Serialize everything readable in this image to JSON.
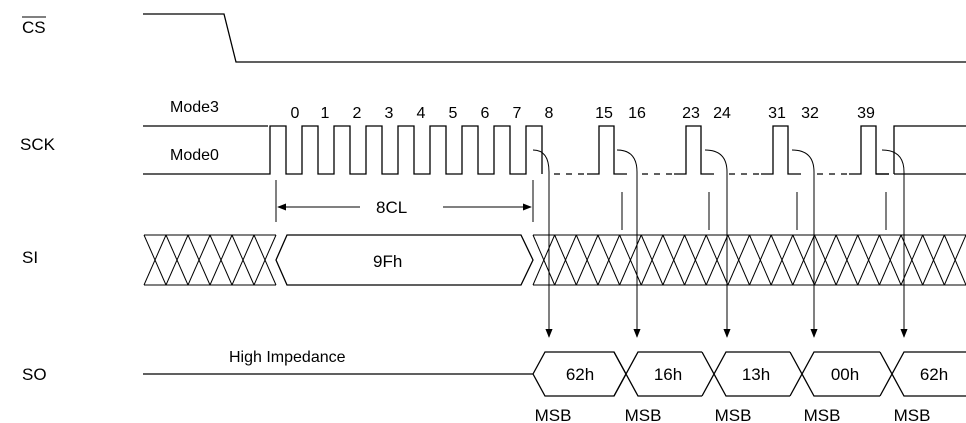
{
  "signals": {
    "cs": "CS",
    "sck": "SCK",
    "si": "SI",
    "so": "SO"
  },
  "mode3": "Mode3",
  "mode0": "Mode0",
  "clock_numbers": [
    "0",
    "1",
    "2",
    "3",
    "4",
    "5",
    "6",
    "7",
    "8",
    "15",
    "16",
    "23",
    "24",
    "31",
    "32",
    "39"
  ],
  "duration_label": "8CL",
  "si_value": "9Fh",
  "so_idle": "High Impedance",
  "so_bytes": [
    "62h",
    "16h",
    "13h",
    "00h",
    "62h"
  ],
  "msb_label": "MSB",
  "colors": {
    "line": "#000000",
    "background": "#ffffff"
  }
}
